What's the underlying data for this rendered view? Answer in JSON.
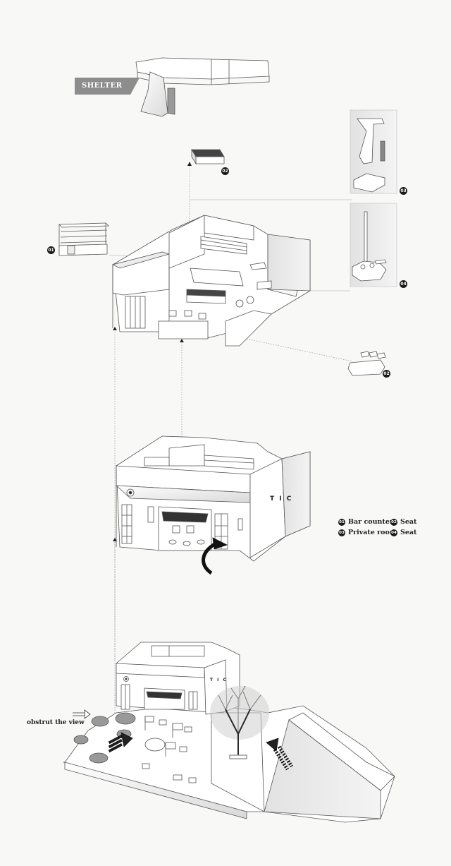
{
  "shelter_label": "SHELTER",
  "callouts": {
    "bar_counter_marker": "01",
    "seat_marker_top": "02",
    "seat_marker_right": "02",
    "private_room_marker": "03",
    "seat_marker_04": "04"
  },
  "legend": {
    "items": [
      {
        "num": "01",
        "label": "Bar counter"
      },
      {
        "num": "02",
        "label": "Seat"
      },
      {
        "num": "03",
        "label": "Private room"
      },
      {
        "num": "04",
        "label": "Seat"
      }
    ]
  },
  "signage": {
    "middle_tic": "T I C",
    "bottom_tic": "T I C"
  },
  "annotation": {
    "obstruct_view": "obstrut the view"
  },
  "colors": {
    "line": "#555555",
    "tag_grey": "#8d8d8d",
    "panel_grey": "#e9e9e9",
    "tree": "#3a3a3a",
    "badge": "#1a1a1a"
  }
}
